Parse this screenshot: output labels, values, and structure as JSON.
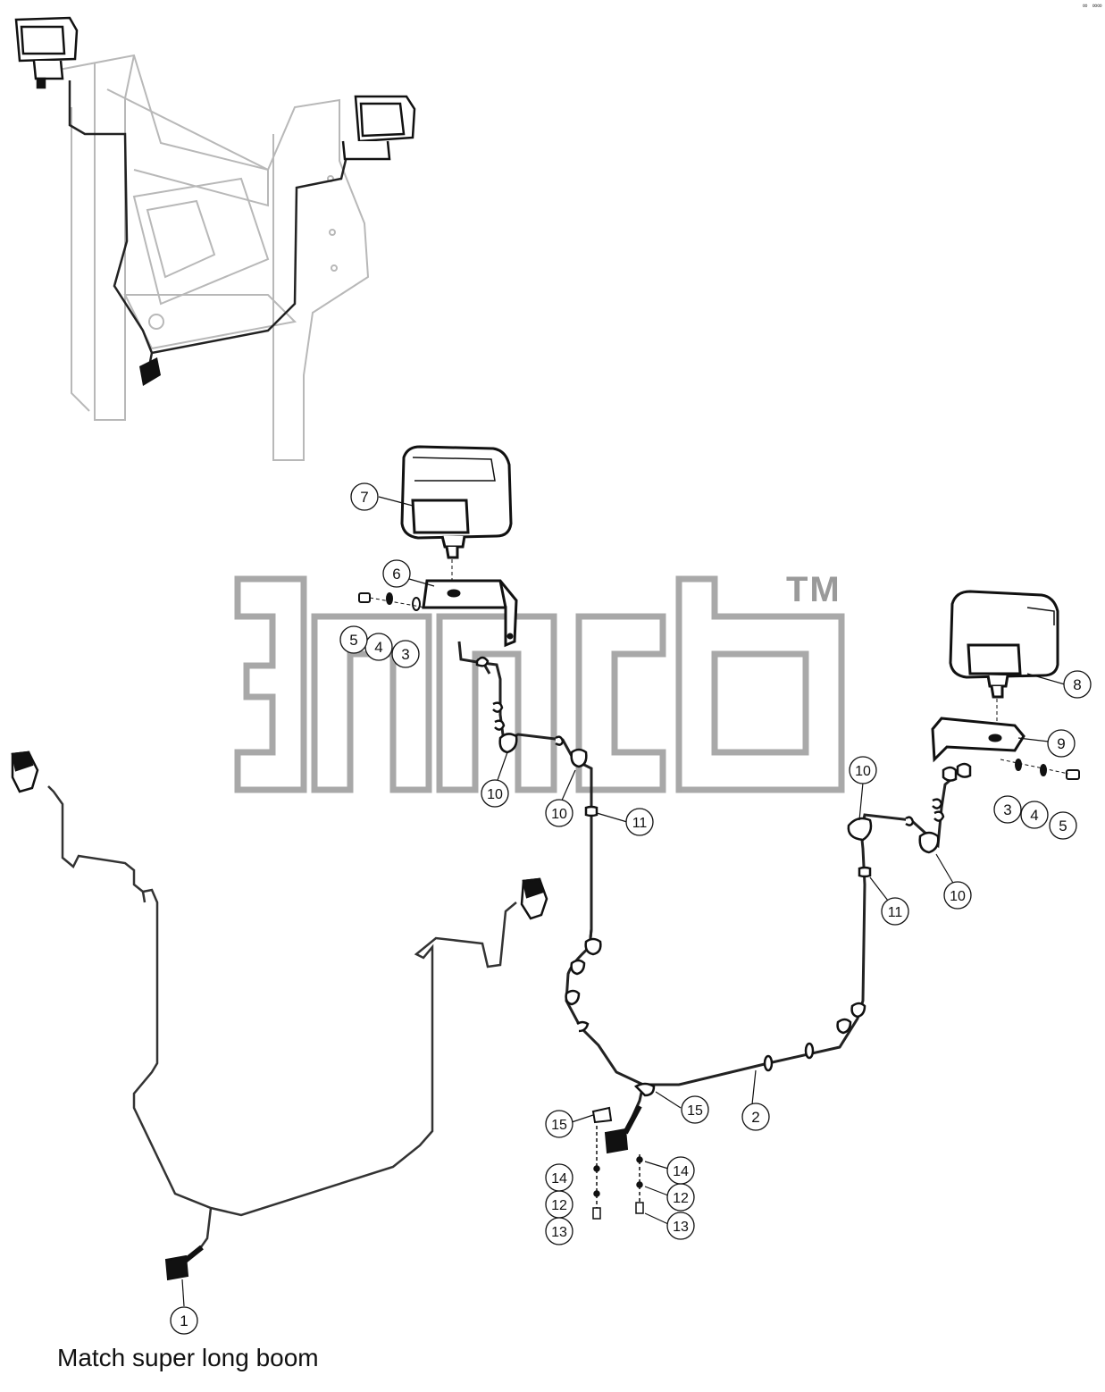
{
  "caption": "Match super long boom",
  "watermark": {
    "tm": "TM",
    "color": "#9a9a9a"
  },
  "corner_mark": "∞ ∞∞",
  "callouts": [
    {
      "label": "1"
    },
    {
      "label": "2"
    },
    {
      "label": "3"
    },
    {
      "label": "3"
    },
    {
      "label": "4"
    },
    {
      "label": "4"
    },
    {
      "label": "5"
    },
    {
      "label": "5"
    },
    {
      "label": "6"
    },
    {
      "label": "7"
    },
    {
      "label": "8"
    },
    {
      "label": "9"
    },
    {
      "label": "10"
    },
    {
      "label": "10"
    },
    {
      "label": "10"
    },
    {
      "label": "10"
    },
    {
      "label": "11"
    },
    {
      "label": "11"
    },
    {
      "label": "12"
    },
    {
      "label": "12"
    },
    {
      "label": "13"
    },
    {
      "label": "13"
    },
    {
      "label": "14"
    },
    {
      "label": "14"
    },
    {
      "label": "15"
    },
    {
      "label": "15"
    }
  ]
}
